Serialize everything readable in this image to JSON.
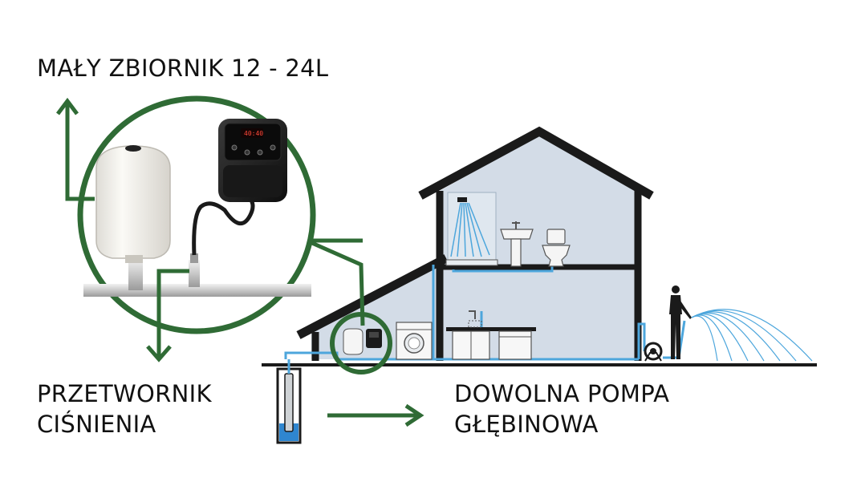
{
  "labels": {
    "tank": "MAŁY ZBIORNIK 12 - 24L",
    "converter_line1": "PRZETWORNIK",
    "converter_line2": "CIŚNIENIA",
    "pump_line1": "DOWOLNA POMPA",
    "pump_line2": "GŁĘBINOWA"
  },
  "device_display": "40:40",
  "colors": {
    "arrow_green": "#2f6b35",
    "house_outline": "#1a1a1a",
    "house_fill": "#d3dce7",
    "water_pipe": "#4da6dc",
    "water_well": "#2f86cf"
  },
  "icons": [
    "pressure-tank-icon",
    "pressure-controller-icon",
    "shower-icon",
    "sink-icon",
    "toilet-icon",
    "washing-machine-icon",
    "kitchen-cabinet-icon",
    "dishwasher-icon",
    "hose-reel-icon",
    "person-watering-icon",
    "deep-well-pump-icon"
  ]
}
